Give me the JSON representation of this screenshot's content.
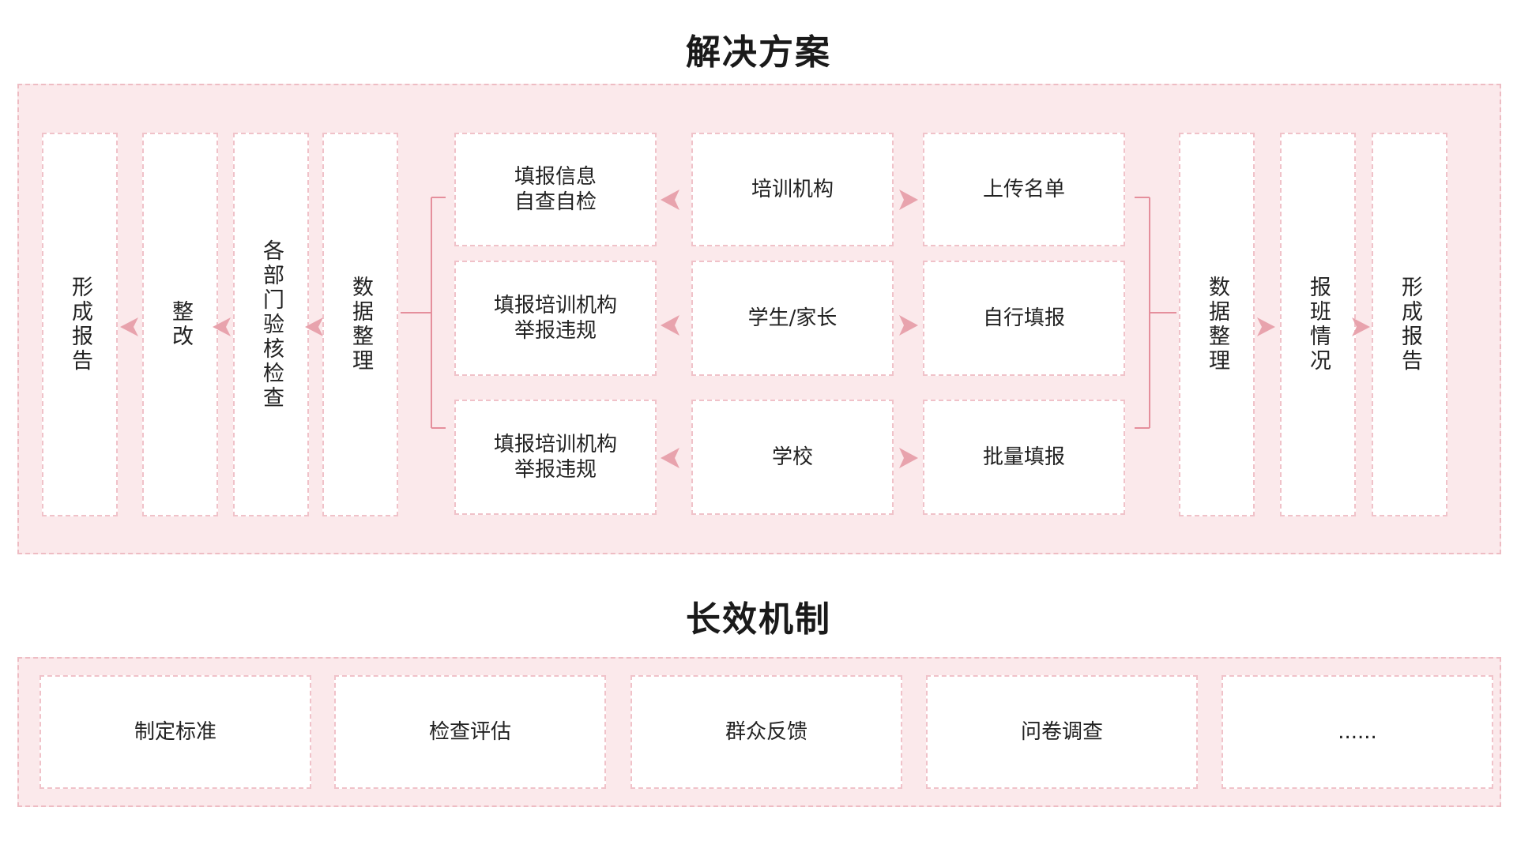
{
  "solution": {
    "title": "解决方案",
    "left_columns": [
      "形成报告",
      "整改",
      "各部门验核检查",
      "数据整理"
    ],
    "left_boxes": [
      "填报信息\n自查自检",
      "填报培训机构\n举报违规",
      "填报培训机构\n举报违规"
    ],
    "center_boxes": [
      "培训机构",
      "学生/家长",
      "学校"
    ],
    "right_boxes": [
      "上传名单",
      "自行填报",
      "批量填报"
    ],
    "right_columns": [
      "数据整理",
      "报班情况",
      "形成报告"
    ]
  },
  "mechanism": {
    "title": "长效机制",
    "items": [
      "制定标准",
      "检查评估",
      "群众反馈",
      "问卷调查",
      "......"
    ]
  },
  "colors": {
    "panel_bg": "#fbe9eb",
    "dash_border": "#f0c2c9",
    "arrow": "#e8a3ad",
    "connector": "#e58f9c"
  }
}
